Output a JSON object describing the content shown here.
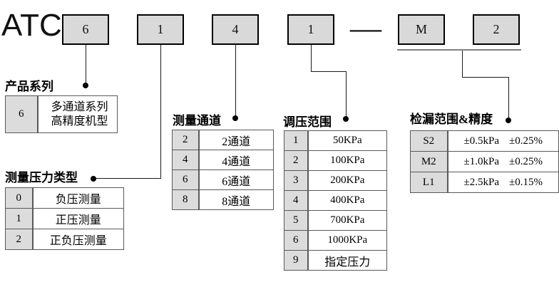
{
  "model_code": {
    "prefix": "ATC",
    "separator": "—",
    "digits": [
      {
        "label": "6"
      },
      {
        "label": "1"
      },
      {
        "label": "4"
      },
      {
        "label": "1"
      },
      {
        "label": "M"
      },
      {
        "label": "2"
      }
    ]
  },
  "sections": {
    "series": {
      "title": "产品系列",
      "rows": [
        {
          "code": "6",
          "desc_line1": "多通道系列",
          "desc_line2": "高精度机型"
        }
      ]
    },
    "pressure_type": {
      "title": "测量压力类型",
      "rows": [
        {
          "code": "0",
          "desc": "负压测量"
        },
        {
          "code": "1",
          "desc": "正压测量"
        },
        {
          "code": "2",
          "desc": "正负压测量"
        }
      ]
    },
    "channels": {
      "title": "测量通道",
      "rows": [
        {
          "code": "2",
          "desc": "2通道"
        },
        {
          "code": "4",
          "desc": "4通道"
        },
        {
          "code": "6",
          "desc": "6通道"
        },
        {
          "code": "8",
          "desc": "8通道"
        }
      ]
    },
    "pressure_range": {
      "title": "调压范围",
      "rows": [
        {
          "code": "1",
          "desc": "50KPa"
        },
        {
          "code": "2",
          "desc": "100KPa"
        },
        {
          "code": "3",
          "desc": "200KPa"
        },
        {
          "code": "4",
          "desc": "400KPa"
        },
        {
          "code": "5",
          "desc": "700KPa"
        },
        {
          "code": "6",
          "desc": "1000KPa"
        },
        {
          "code": "9",
          "desc": "指定压力"
        }
      ]
    },
    "leak_range_accuracy": {
      "title": "检漏范围&精度",
      "rows": [
        {
          "code": "S2",
          "range": "±0.5kPa",
          "accuracy": "±0.25%"
        },
        {
          "code": "M2",
          "range": "±1.0kPa",
          "accuracy": "±0.25%"
        },
        {
          "code": "L1",
          "range": "±2.5kPa",
          "accuracy": "±0.15%"
        }
      ]
    }
  },
  "colors": {
    "box_fill": "#d9d9d9",
    "box_border": "#000000",
    "table_border": "#595959",
    "code_cell_fill": "#dcdcdc",
    "connector": "#1a1a1a",
    "group_underline": "#808080"
  }
}
